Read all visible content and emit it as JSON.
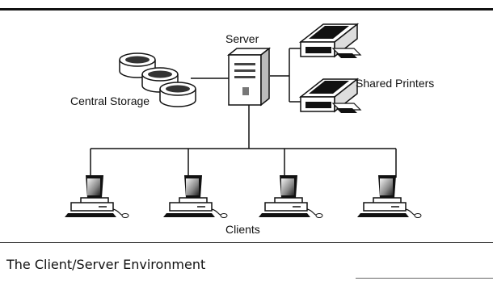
{
  "diagram": {
    "server_label": "Server",
    "storage_label": "Central Storage",
    "printers_label": "Shared Printers",
    "clients_label": "Clients",
    "icons": [
      "server-icon",
      "disk-icon",
      "printer-icon",
      "computer-icon"
    ]
  },
  "caption": "The Client/Server Environment"
}
